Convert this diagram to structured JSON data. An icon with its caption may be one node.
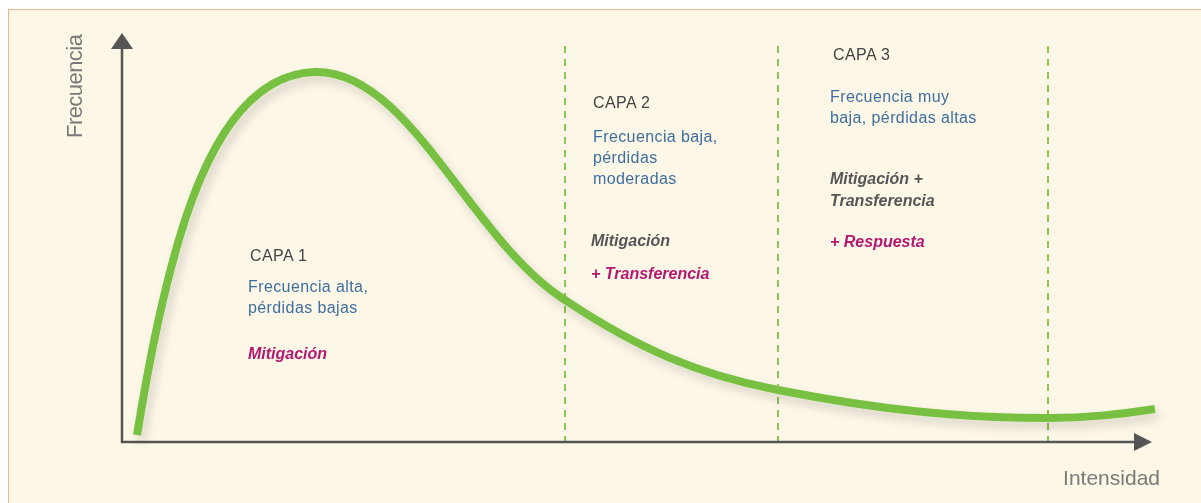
{
  "diagram": {
    "labels": [
      "Frecuencia",
      "CAPA 1",
      "Frecuencia alta, pérdidas bajas",
      "Mitigación",
      "CAPA 2",
      "Frecuencia baja, pérdidas moderadas",
      "Mitigación",
      "+ Transferencia",
      "CAPA 3",
      "Frecuencia muy baja, pérdidas altas",
      "Mitigación + Transferencia",
      "+ Respuesta",
      "Intensidad"
    ]
  }
}
